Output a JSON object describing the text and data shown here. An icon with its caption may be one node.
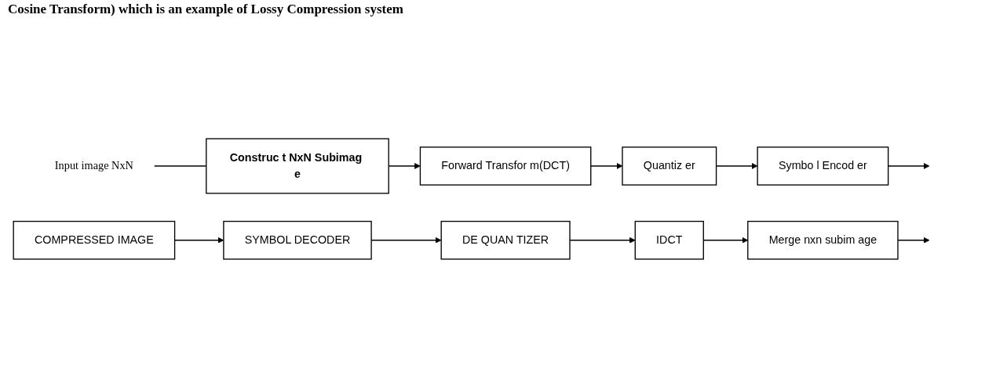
{
  "diagram": {
    "nodes": [
      {
        "text": [
          "Input image NxN"
        ]
      },
      {
        "text": [
          "Construc t NxN Subimag e"
        ]
      },
      {
        "text": [
          "Forward Transfor m(DCT)"
        ]
      },
      {
        "text": [
          "Quantiz er"
        ]
      },
      {
        "text": [
          "Symbo l Encod er"
        ]
      },
      {
        "text": [
          "COMPRESSED IMAGE"
        ]
      },
      {
        "text": [
          "SYMBOL DECODER"
        ]
      },
      {
        "text": [
          "DE QUAN TIZER"
        ]
      },
      {
        "text": [
          "IDCT"
        ]
      },
      {
        "text": [
          "Merge nxn subim age"
        ]
      }
    ],
    "edges": [
      {
        "from": 0,
        "to": 1,
        "arrow": "none"
      },
      {
        "from": 1,
        "to": 2,
        "arrow": "to"
      },
      {
        "from": 2,
        "to": 3,
        "arrow": "to"
      },
      {
        "from": 3,
        "to": 4,
        "arrow": "to"
      },
      {
        "from": 4,
        "to": null,
        "arrow": "to"
      },
      {
        "from": 5,
        "to": 6,
        "arrow": "to"
      },
      {
        "from": 6,
        "to": 7,
        "arrow": "to"
      },
      {
        "from": 7,
        "to": 8,
        "arrow": "to"
      },
      {
        "from": 8,
        "to": 9,
        "arrow": "to"
      },
      {
        "from": 9,
        "to": null,
        "arrow": "to"
      }
    ],
    "labels": [
      "Cosine Transform) which is an example of Lossy Compression system"
    ]
  }
}
